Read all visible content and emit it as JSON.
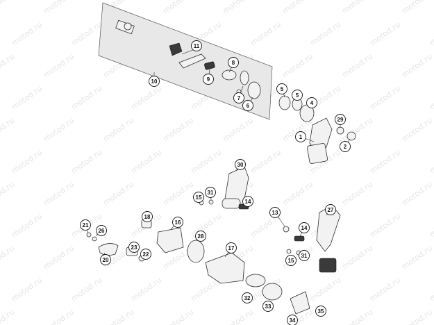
{
  "watermark": {
    "text": "motod.ru"
  },
  "callouts": [
    {
      "id": "1",
      "label": "1"
    },
    {
      "id": "2",
      "label": "2"
    },
    {
      "id": "4",
      "label": "4"
    },
    {
      "id": "5a",
      "label": "5"
    },
    {
      "id": "5b",
      "label": "5"
    },
    {
      "id": "6",
      "label": "6"
    },
    {
      "id": "7",
      "label": "7"
    },
    {
      "id": "8",
      "label": "8"
    },
    {
      "id": "9",
      "label": "9"
    },
    {
      "id": "10",
      "label": "10"
    },
    {
      "id": "11",
      "label": "11"
    },
    {
      "id": "13",
      "label": "13"
    },
    {
      "id": "14a",
      "label": "14"
    },
    {
      "id": "14b",
      "label": "14"
    },
    {
      "id": "15a",
      "label": "15"
    },
    {
      "id": "15b",
      "label": "15"
    },
    {
      "id": "16",
      "label": "16"
    },
    {
      "id": "17",
      "label": "17"
    },
    {
      "id": "18",
      "label": "18"
    },
    {
      "id": "20",
      "label": "20"
    },
    {
      "id": "21",
      "label": "21"
    },
    {
      "id": "22",
      "label": "22"
    },
    {
      "id": "23",
      "label": "23"
    },
    {
      "id": "26",
      "label": "26"
    },
    {
      "id": "27",
      "label": "27"
    },
    {
      "id": "28",
      "label": "28"
    },
    {
      "id": "29",
      "label": "29"
    },
    {
      "id": "30",
      "label": "30"
    },
    {
      "id": "31a",
      "label": "31"
    },
    {
      "id": "31b",
      "label": "31"
    },
    {
      "id": "32",
      "label": "32"
    },
    {
      "id": "33",
      "label": "33"
    },
    {
      "id": "34",
      "label": "34"
    },
    {
      "id": "35",
      "label": "35"
    }
  ],
  "colors": {
    "callout_fill": "#ffffff",
    "callout_stroke": "#111111",
    "panel_fill": "#e6e6e6",
    "watermark": "#cfcfcf"
  }
}
